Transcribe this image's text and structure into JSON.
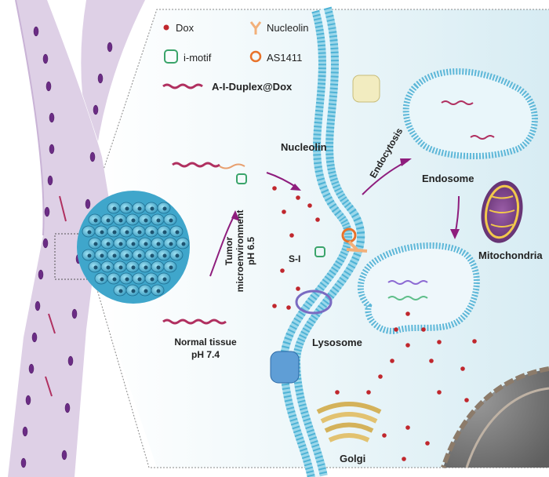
{
  "legend": {
    "dox": "Dox",
    "nucleolin": "Nucleolin",
    "imotif": "i-motif",
    "as1411": "AS1411",
    "duplex": "A-I-Duplex@Dox"
  },
  "labels": {
    "nucleolin_arrow": "Nucleolin",
    "tumor_line1": "Tumor",
    "tumor_line2": "microenvironment",
    "tumor_line3": "pH 6.5",
    "si": "S-I",
    "normal_line1": "Normal tissue",
    "normal_line2": "pH 7.4",
    "endocytosis": "Endocytosis",
    "endosome": "Endosome",
    "mitochondria": "Mitochondria",
    "lysosome": "Lysosome",
    "golgi": "Golgi"
  },
  "colors": {
    "dox_red": "#c0272d",
    "vessel": "#d9c8e2",
    "vessel_cell": "#6a2d83",
    "membrane": "#6cc3df",
    "arrow": "#8e1d7d",
    "tumor": "#5bbad5",
    "aptamer": "#e8722a",
    "nucleolin": "#f2b07a",
    "imotif": "#3aa46a"
  }
}
